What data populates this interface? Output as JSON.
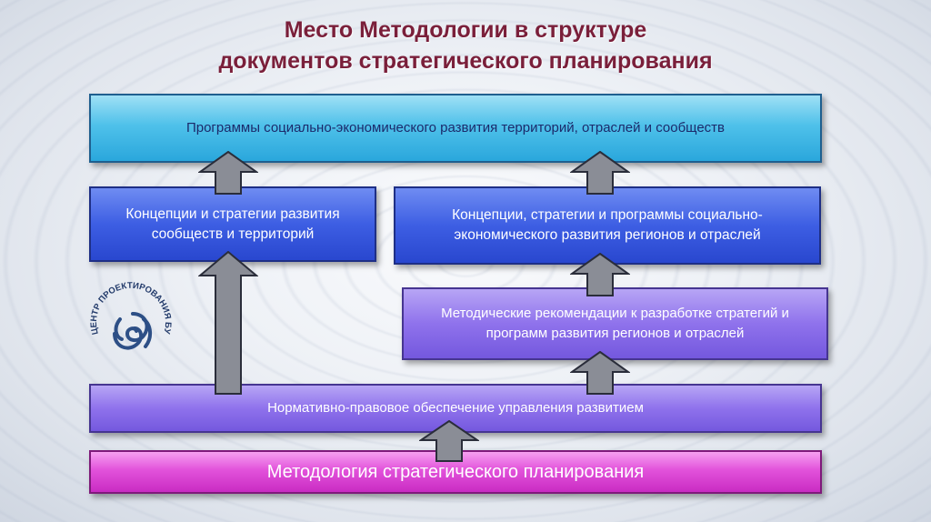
{
  "title": {
    "line1": "Место Методологии в структуре",
    "line2": "документов стратегического планирования"
  },
  "boxes": {
    "programs": "Программы социально-экономического развития территорий, отраслей и сообществ",
    "concepts_communities": "Концепции и стратегии  развития сообществ и территорий",
    "concepts_regions": "Концепции, стратегии и программы социально-экономического развития регионов и отраслей",
    "methodical_recommendations": "Методические рекомендации к разработке стратегий и программ развития регионов и отраслей",
    "regulatory": "Нормативно-правовое обеспечение управления развитием",
    "methodology": "Методология стратегического планирования"
  },
  "logo": {
    "text": "ЦЕНТР ПРОЕКТИРОВАНИЯ БУДУЩЕГО"
  },
  "colors": {
    "title": "#7a1f3a",
    "cyan_box": "#2aa7dc",
    "blue_box": "#3d5ee3",
    "violet_box": "#8f72ec",
    "magenta_box": "#e252db",
    "arrow": "#8a8d96"
  }
}
